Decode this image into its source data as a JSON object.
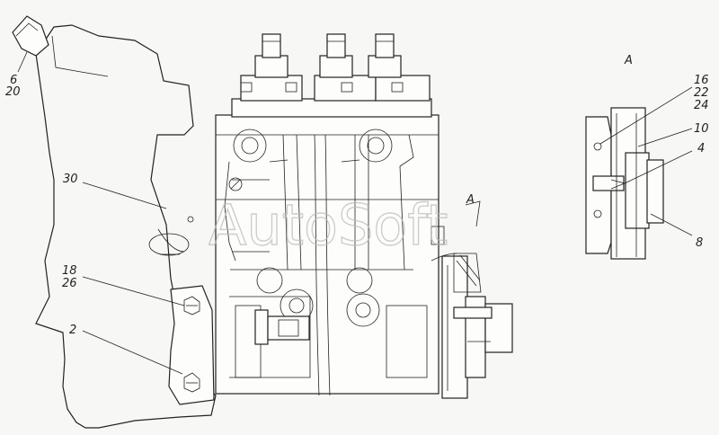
{
  "labels": {
    "l6": "6",
    "l20": "20",
    "l30": "30",
    "l18": "18",
    "l26": "26",
    "l2": "2",
    "view_a": "A",
    "view_a_ref": "A",
    "l16": "16",
    "l22": "22",
    "l24": "24",
    "l10": "10",
    "l4": "4",
    "l8": "8"
  },
  "watermark": "AutoSoft"
}
